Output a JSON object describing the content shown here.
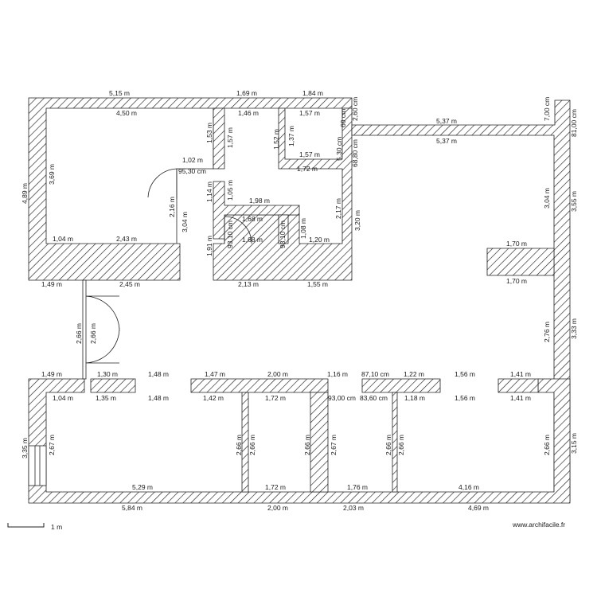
{
  "scale": {
    "label": "1 m"
  },
  "watermark": {
    "text": "www.archifacile.fr"
  },
  "colors": {
    "wall_hatch": "#222222",
    "wall_fill": "#ffffff",
    "background": "#ffffff"
  },
  "dimensions": {
    "top": [
      "5,15 m",
      "1,69 m",
      "1,84 m"
    ],
    "room1": [
      "4,50 m",
      "3,69 m",
      "1,04 m",
      "2,43 m",
      "2,16 m",
      "3,04 m",
      "1,02 m",
      "1,53 m"
    ],
    "rooms_mid": [
      "1,46 m",
      "1,57 m",
      "1,57 m",
      "1,52 m",
      "1,37 m",
      "1,57 m",
      "1,72 m",
      "5,30 cm",
      "2,60 cm",
      "60 cm",
      "68,80 cm",
      "95,30 cm",
      "1,14 m",
      "1,05 m",
      "1,98 m",
      "1,68 m",
      "1,68 m",
      "93,10 cm",
      "93,10 cm",
      "1,08 m",
      "1,20 m",
      "2,17 m",
      "3,20 m",
      "1,91 m",
      "2,13 m",
      "1,55 m"
    ],
    "left": [
      "4,89 m",
      "1,49 m",
      "2,45 m",
      "2,66 m",
      "2,66 m",
      "1,49 m",
      "3,35 m"
    ],
    "right": [
      "5,37 m",
      "5,37 m",
      "7,00 cm",
      "81,00 cm",
      "3,04 m",
      "3,55 m",
      "1,70 m",
      "1,70 m",
      "2,76 m",
      "3,33 m",
      "3,15 m"
    ],
    "interior_line": [
      "1,30 m",
      "1,48 m",
      "1,47 m",
      "2,00 m",
      "1,16 m",
      "87,10 cm",
      "1,22 m",
      "1,56 m",
      "1,41 m"
    ],
    "bottom_rooms_top": [
      "1,04 m",
      "1,35 m",
      "1,48 m",
      "1,42 m",
      "1,72 m",
      "93,00 cm",
      "83,60 cm",
      "1,18 m",
      "1,56 m",
      "1,41 m"
    ],
    "bottom_rooms_side": [
      "2,67 m",
      "2,66 m",
      "2,66 m",
      "2,66 m",
      "2,67 m",
      "2,66 m",
      "2,66 m",
      "2,66 m"
    ],
    "bottom_rooms_inner": [
      "5,29 m",
      "1,72 m",
      "1,76 m",
      "4,16 m"
    ],
    "bottom": [
      "5,84 m",
      "2,00 m",
      "2,03 m",
      "4,69 m"
    ]
  }
}
